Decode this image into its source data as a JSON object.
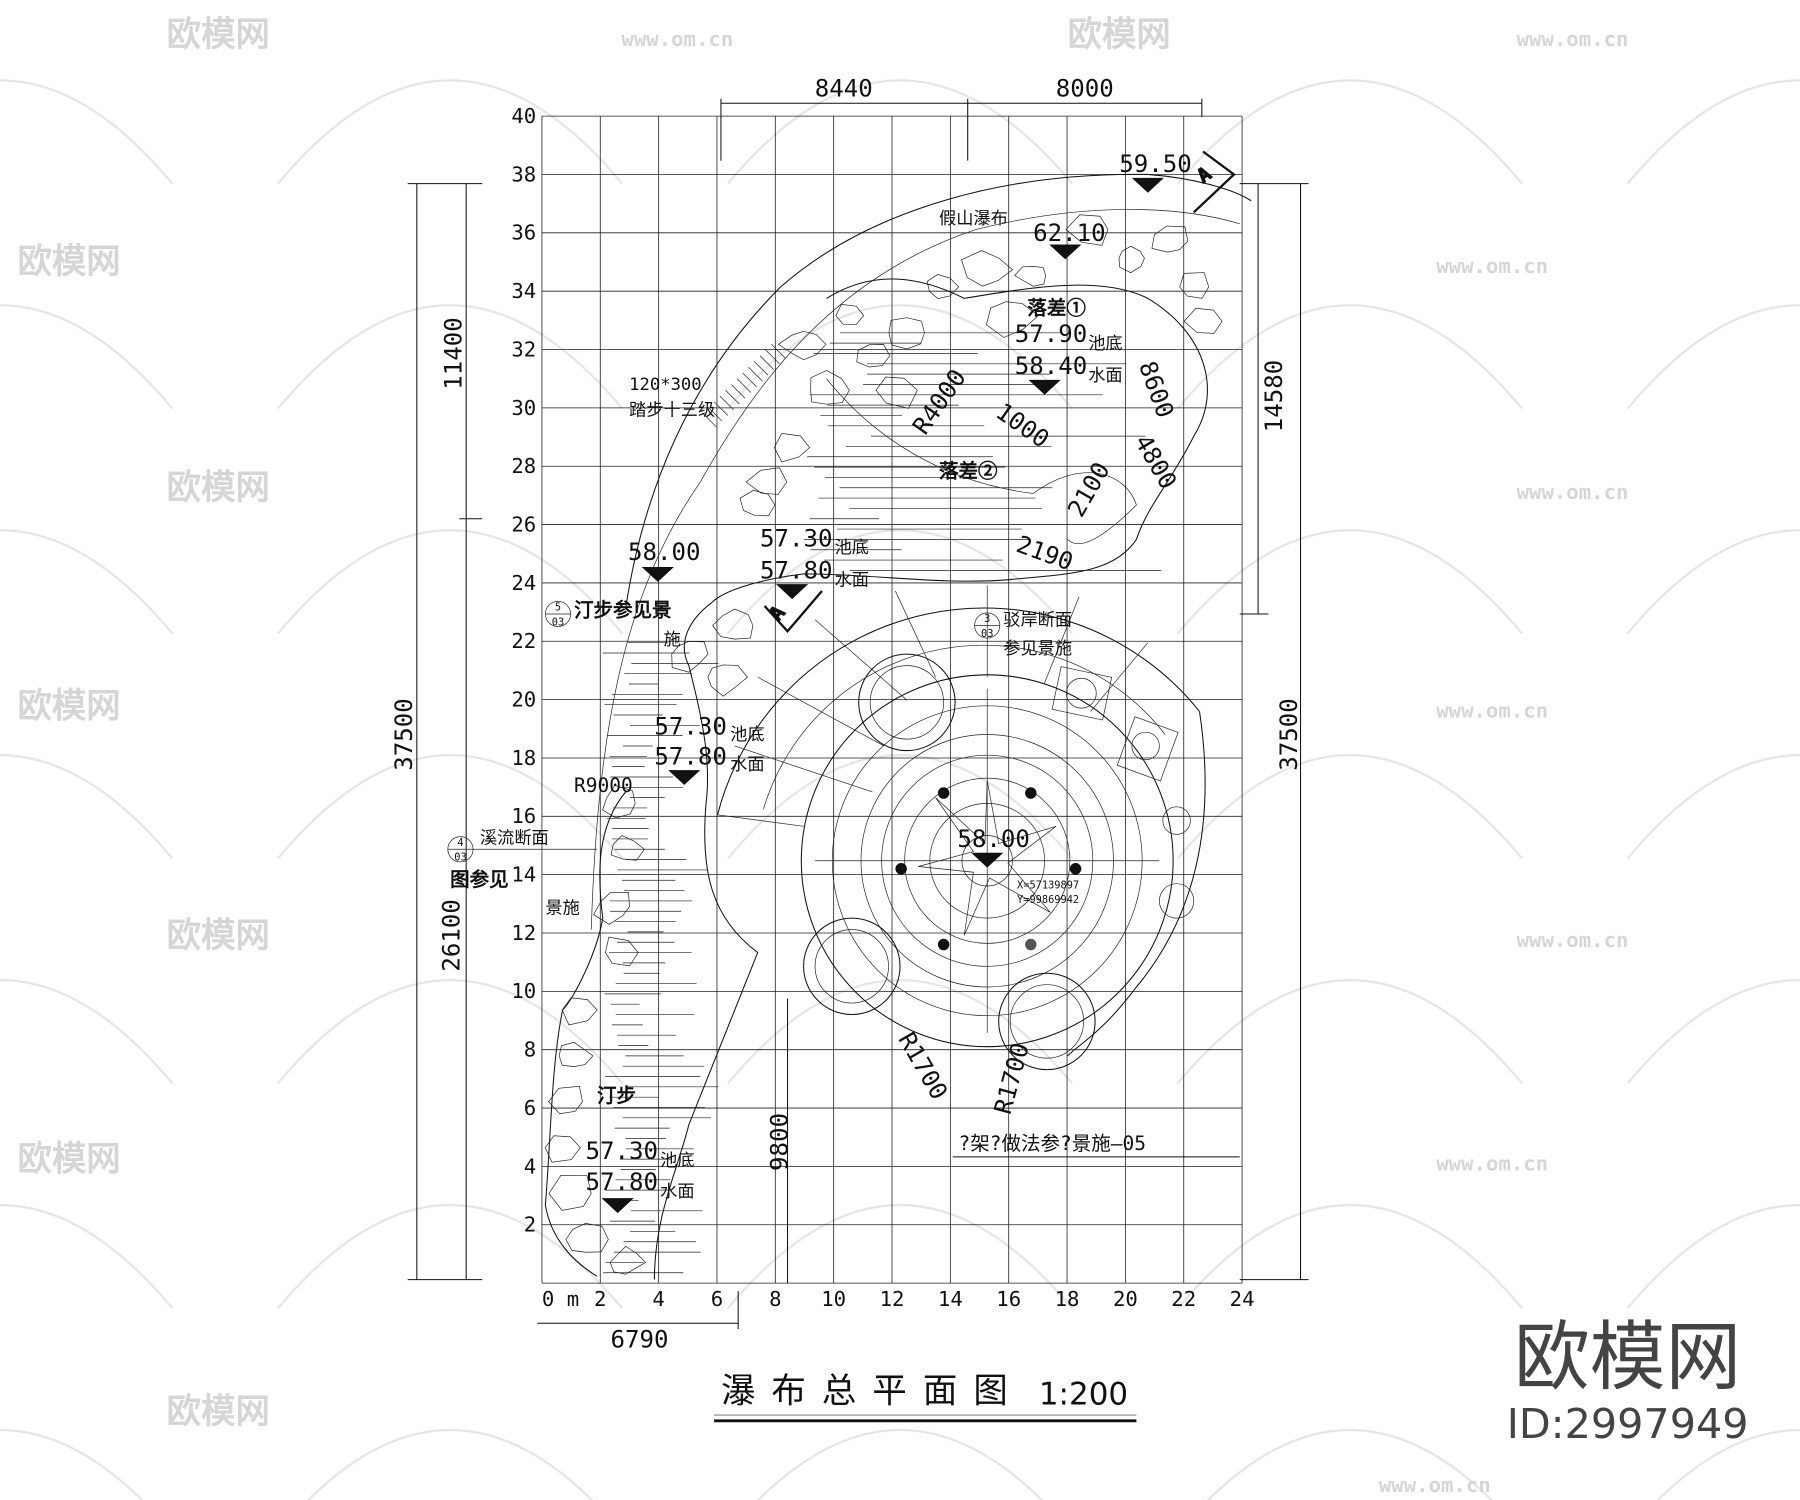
{
  "drawing": {
    "title": "瀑布总平面图",
    "scale": "1:200",
    "x_ticks": [
      "0 m",
      "2",
      "4",
      "6",
      "8",
      "10",
      "12",
      "14",
      "16",
      "18",
      "20",
      "22",
      "24"
    ],
    "y_ticks": [
      "2",
      "4",
      "6",
      "8",
      "10",
      "12",
      "14",
      "16",
      "18",
      "20",
      "22",
      "24",
      "26",
      "28",
      "30",
      "32",
      "34",
      "36",
      "38",
      "40"
    ],
    "dimensions": {
      "top_left": "8440",
      "top_right": "8000",
      "left_total": "37500",
      "left_upper": "11400",
      "left_lower": "26100",
      "right_upper": "14580",
      "right_total": "37500",
      "bottom": "6790",
      "inner_vertical": "9800"
    },
    "annotations": {
      "elev_5950": "59.50",
      "rockery_waterfall": "假山瀑布",
      "elev_6210": "62.10",
      "drop_1": "落差①",
      "elev_5790": "57.90",
      "pool_bottom": "池底",
      "elev_5840": "58.40",
      "water_surface": "水面",
      "dim_8600": "8600",
      "step_size": "120*300",
      "steps": "踏步十三级",
      "radius_4000": "R4000",
      "dim_1000": "1000",
      "drop_2": "落差②",
      "dim_4800": "4800",
      "dim_2100": "2100",
      "dim_2190": "2190",
      "elev_5800_left": "58.00",
      "elev_5730_a": "57.30",
      "elev_5780_a": "57.80",
      "section_mark": "A",
      "ref_5_num": "5",
      "ref_5_sheet": "03",
      "stepping_stone_ref": "汀步参见景",
      "stepping_stone_ref_2": "施",
      "ref_3_num": "3",
      "ref_3_sheet": "03",
      "revetment_section": "驳岸断面",
      "revetment_ref": "参见景施",
      "elev_5730_b": "57.30",
      "elev_5780_b": "57.80",
      "radius_9000": "R9000",
      "ref_4_num": "4",
      "ref_4_sheet": "03",
      "stream_section": "溪流断面",
      "stream_ref": "图参见",
      "stream_ref_2": "景施",
      "elev_5800_center": "58.00",
      "coord_x": "X=57139897",
      "coord_y": "Y=99869942",
      "radius_1700_a": "R1700",
      "radius_1700_b": "R1700",
      "pergola_note": "?架?做法参?景施—05",
      "stepping_stone": "汀步",
      "elev_5730_c": "57.30",
      "elev_5780_c": "57.80"
    }
  },
  "watermark": {
    "logo": "欧模网",
    "url": "www.om.cn",
    "id": "ID:2997949"
  }
}
